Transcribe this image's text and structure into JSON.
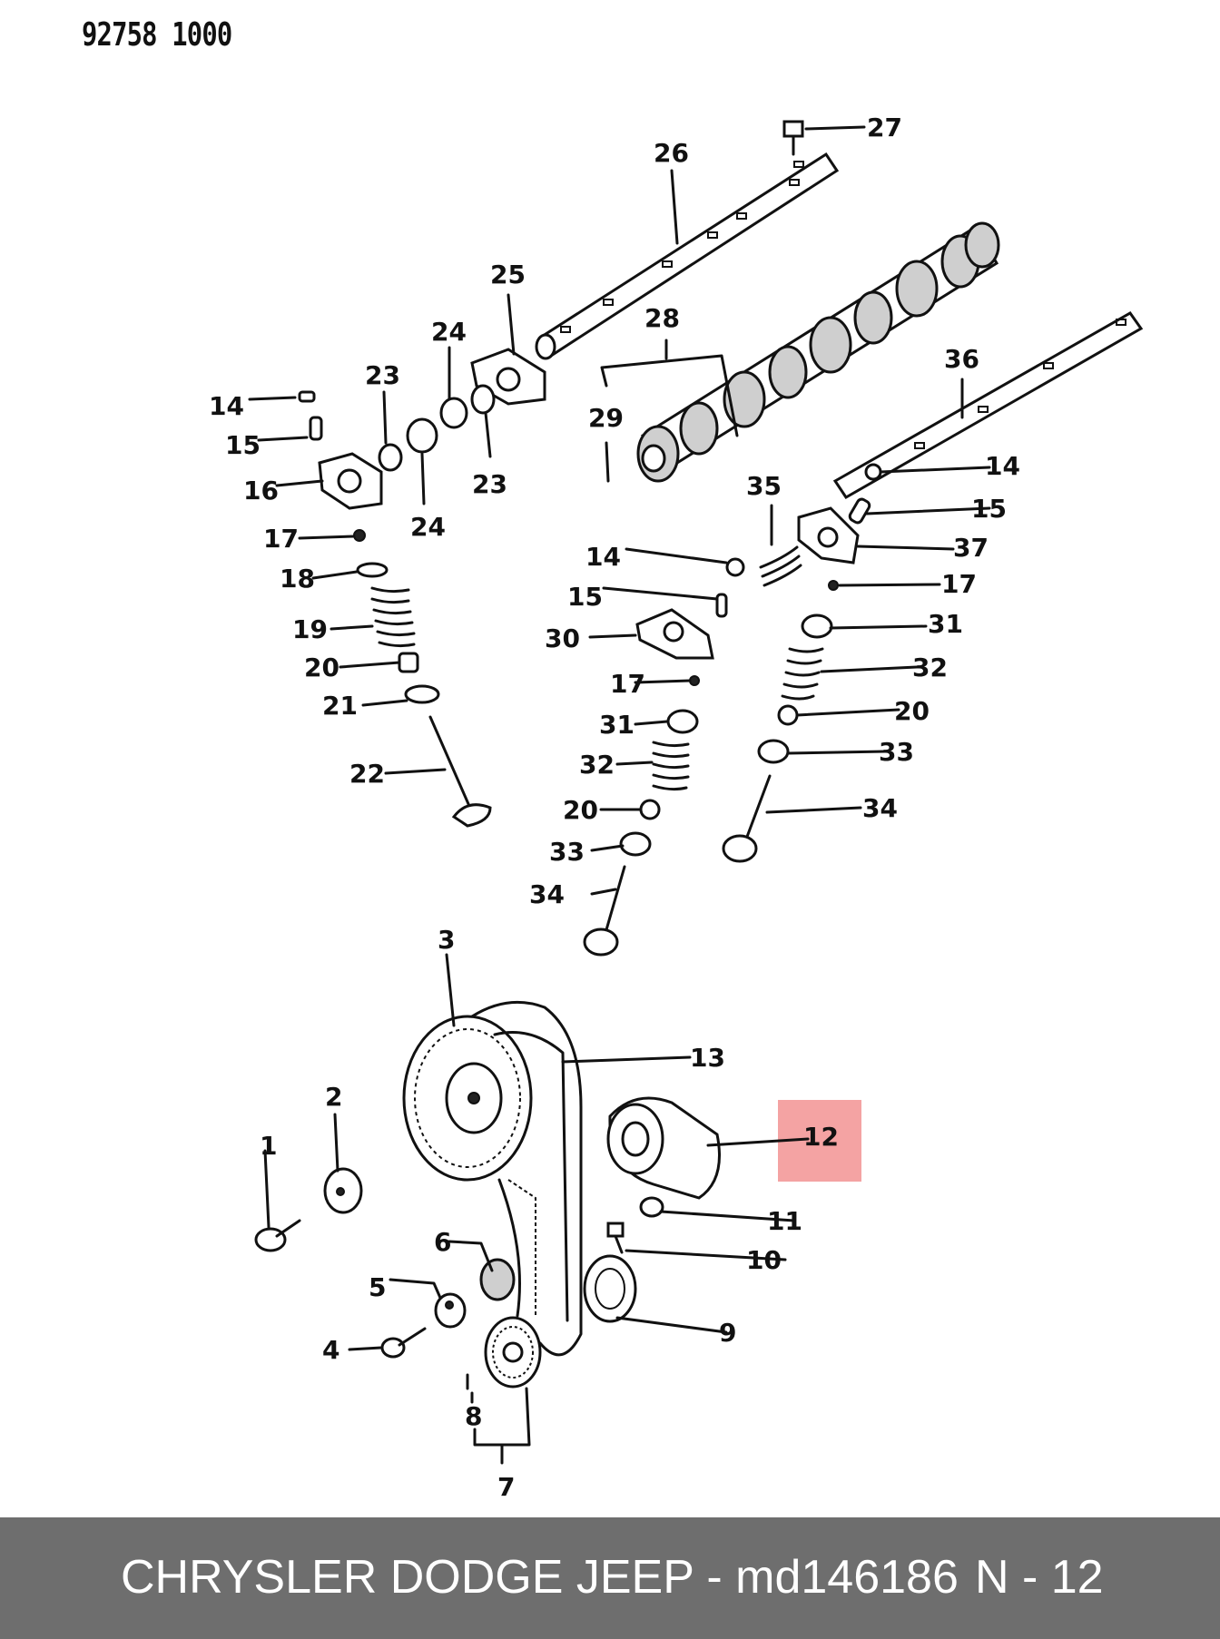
{
  "catalog_number": "92758 1000",
  "highlight_color": "#f4a3a3",
  "highlighted_part": "12",
  "labels": {
    "p1": "1",
    "p2": "2",
    "p3": "3",
    "p4": "4",
    "p5": "5",
    "p6": "6",
    "p7": "7",
    "p8": "8",
    "p9": "9",
    "p10": "10",
    "p11": "11",
    "p12": "12",
    "p13": "13",
    "p14a": "14",
    "p14b": "14",
    "p14c": "14",
    "p15a": "15",
    "p15b": "15",
    "p15c": "15",
    "p16": "16",
    "p17a": "17",
    "p17b": "17",
    "p17c": "17",
    "p18": "18",
    "p19": "19",
    "p20a": "20",
    "p20b": "20",
    "p20c": "20",
    "p21": "21",
    "p22": "22",
    "p23a": "23",
    "p23b": "23",
    "p24a": "24",
    "p24b": "24",
    "p25": "25",
    "p26": "26",
    "p27": "27",
    "p28": "28",
    "p29": "29",
    "p30": "30",
    "p31a": "31",
    "p31b": "31",
    "p32a": "32",
    "p32b": "32",
    "p33a": "33",
    "p33b": "33",
    "p34a": "34",
    "p34b": "34",
    "p35": "35",
    "p36": "36",
    "p37": "37"
  },
  "footer": {
    "title": "CHRYSLER DODGE JEEP - md146186",
    "page": "N - 12"
  }
}
